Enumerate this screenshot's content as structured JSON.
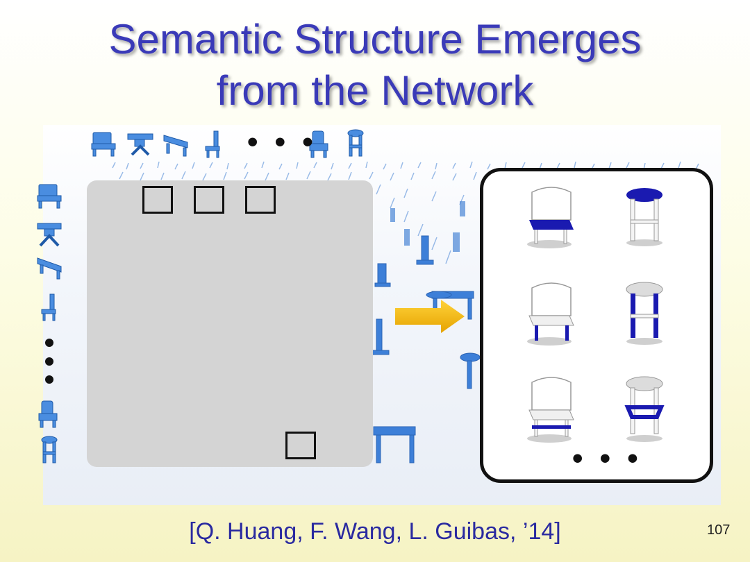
{
  "slide": {
    "title_line1": "Semantic Structure Emerges",
    "title_line2": "from the Network",
    "top_ellipsis": "• • •",
    "panel_ellipsis": "• • •",
    "citation": "[Q. Huang, F. Wang, L. Guibas, ’14]",
    "page_number": "107"
  },
  "colors": {
    "title": "#3a3ab8",
    "citation": "#2a2aa0",
    "arrow": "#f2b300",
    "highlight_blue": "#1a1ab0",
    "chair_blue": "#3d7fd8",
    "matrix_gray": "#d4d4d4"
  },
  "icons": {
    "row_thumbnails": [
      "chair-thumbnail-icon",
      "table-thumbnail-icon",
      "bench-thumbnail-icon",
      "side-chair-thumbnail-icon",
      "armchair-thumbnail-icon",
      "stool-thumbnail-icon"
    ],
    "column_thumbnails": [
      "chair-thumbnail-icon",
      "table-thumbnail-icon",
      "bench-thumbnail-icon",
      "side-chair-thumbnail-icon",
      "armchair-thumbnail-icon",
      "stool-thumbnail-icon"
    ],
    "result_parts": [
      "chair-seat-highlight-icon",
      "stool-seat-highlight-icon",
      "chair-legs-highlight-icon",
      "stool-legs-highlight-icon",
      "chair-rail-highlight-icon",
      "stool-rail-highlight-icon"
    ]
  }
}
